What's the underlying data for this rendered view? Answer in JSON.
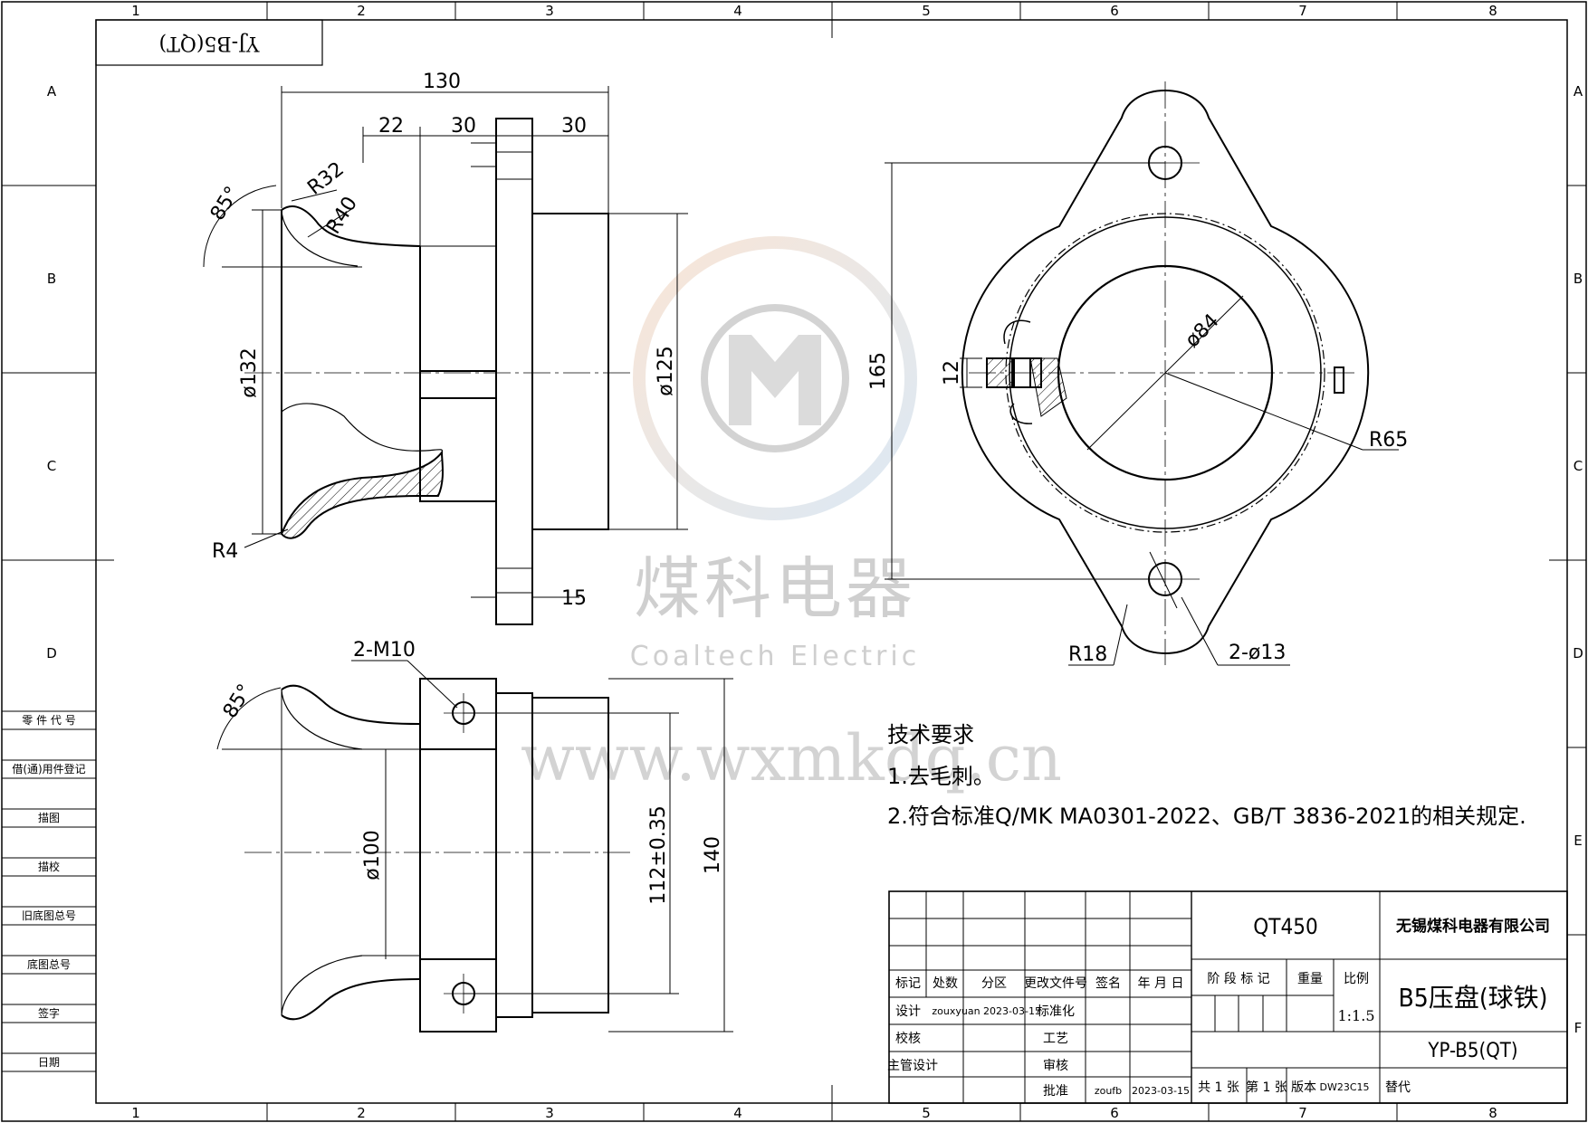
{
  "grid": {
    "columns": [
      "1",
      "2",
      "3",
      "4",
      "5",
      "6",
      "7",
      "8"
    ],
    "rows": [
      "A",
      "B",
      "C",
      "D",
      "E",
      "F"
    ]
  },
  "side_labels": [
    "零 件 代 号",
    "借(通)用件登记",
    "描图",
    "描校",
    "旧底图总号",
    "底图总号",
    "签字",
    "日期"
  ],
  "drawing_code_mirrored": "YJ-B5(QT)",
  "dimensions": {
    "top_view": {
      "overall_length": "130",
      "d22": "22",
      "d30a": "30",
      "d30b": "30",
      "r32": "R32",
      "r40": "R40",
      "angle": "85°",
      "dia132": "ø132",
      "dia125": "ø125",
      "r4": "R4",
      "t15": "15"
    },
    "right_view": {
      "h165": "165",
      "w12": "12",
      "dia84": "ø84",
      "r65": "R65",
      "r18": "R18",
      "holes": "2-ø13"
    },
    "bottom_view": {
      "thread": "2-M10",
      "angle": "85°",
      "dia100": "ø100",
      "d112": "112±0.35",
      "h140": "140"
    }
  },
  "watermark": {
    "cn": "煤科电器",
    "en": "Coaltech Electric",
    "url": "www.wxmkdq.cn"
  },
  "tech_requirements": {
    "title": "技术要求",
    "items": [
      "1.去毛刺。",
      "2.符合标准Q/MK MA0301-2022、GB/T 3836-2021的相关规定."
    ]
  },
  "title_block": {
    "material": "QT450",
    "company": "无锡煤科电器有限公司",
    "part_name": "B5压盘(球铁)",
    "drawing_no": "YP-B5(QT)",
    "headers": [
      "标记",
      "处数",
      "分区",
      "更改文件号",
      "签名",
      "年 月 日"
    ],
    "stage_label": "阶 段 标 记",
    "weight_label": "重量",
    "scale_label": "比例",
    "scale": "1:1.5",
    "rows": {
      "design": {
        "label": "设计",
        "name": "zouxyuan",
        "date": "2023-03-15",
        "role": "标准化"
      },
      "check": {
        "label": "校核",
        "role": "工艺"
      },
      "manager": {
        "label": "主管设计",
        "role": "审核"
      },
      "approve": {
        "role": "批准",
        "name": "zoufb",
        "date": "2023-03-15"
      }
    },
    "sheets_total": "共 1 张",
    "sheet_no": "第 1 张",
    "version_label": "版本",
    "version": "DW23C15",
    "replace_label": "替代"
  },
  "colors": {
    "line": "#000000",
    "watermark_ring_warm": "#f3d6c0",
    "watermark_ring_cool": "#c9dff0",
    "watermark_gray": "#c9c9c9"
  }
}
